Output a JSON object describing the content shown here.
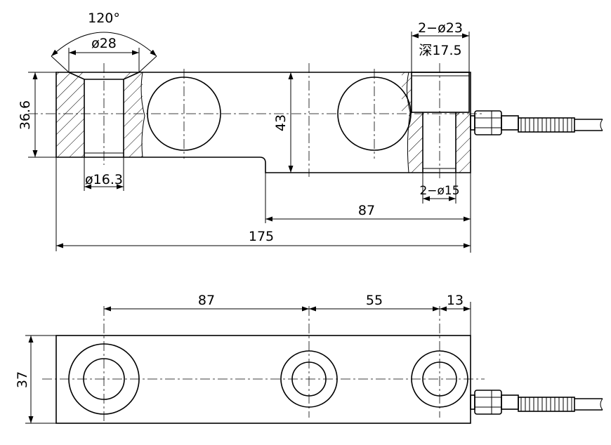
{
  "dimensions": {
    "angle": "120°",
    "counterbore_dia": "ø28",
    "left_height": "36.6",
    "body_height": "43",
    "hole_dia": "ø16.3",
    "right_top_holes": "2−ø23",
    "depth": "深17.5",
    "right_bottom_holes": "2−ø15",
    "offset_87_top": "87",
    "total_length": "175",
    "spacing_87": "87",
    "spacing_55": "55",
    "spacing_13": "13",
    "width": "37"
  }
}
